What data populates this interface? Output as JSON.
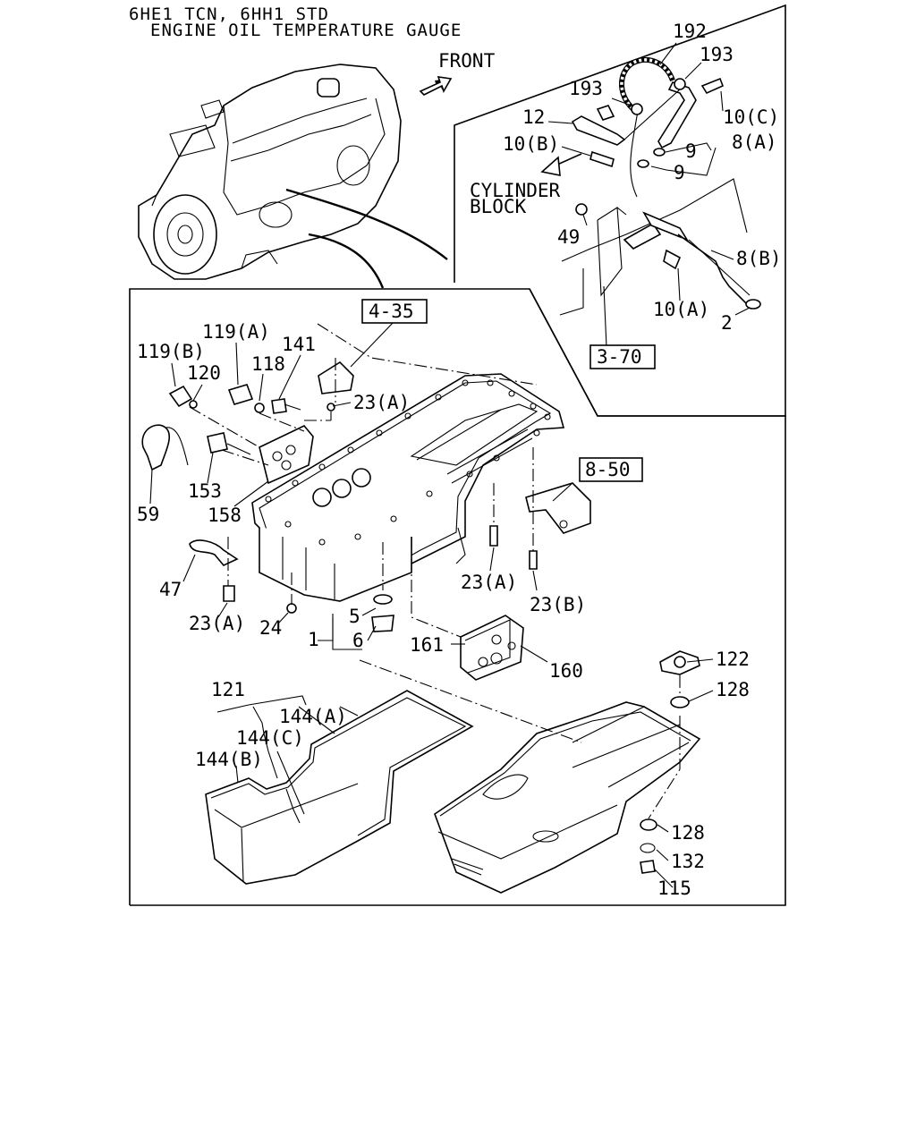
{
  "header": {
    "line1": "6HE1 TCN, 6HH1 STD",
    "line2": "ENGINE OIL TEMPERATURE GAUGE"
  },
  "inset": {
    "front_label": "FRONT",
    "cylinder_block_line1": "CYLINDER",
    "cylinder_block_line2": "BLOCK"
  },
  "callouts": [
    {
      "id": "c192",
      "text": "192"
    },
    {
      "id": "c193a",
      "text": "193"
    },
    {
      "id": "c193b",
      "text": "193"
    },
    {
      "id": "c12",
      "text": "12"
    },
    {
      "id": "c10c",
      "text": "10(C)"
    },
    {
      "id": "c10b",
      "text": "10(B)"
    },
    {
      "id": "c9a",
      "text": "9"
    },
    {
      "id": "c9b",
      "text": "9"
    },
    {
      "id": "c8a",
      "text": "8(A)"
    },
    {
      "id": "c49",
      "text": "49"
    },
    {
      "id": "c8b",
      "text": "8(B)"
    },
    {
      "id": "c10a",
      "text": "10(A)"
    },
    {
      "id": "c2",
      "text": "2"
    },
    {
      "id": "c119a",
      "text": "119(A)"
    },
    {
      "id": "c119b",
      "text": "119(B)"
    },
    {
      "id": "c141",
      "text": "141"
    },
    {
      "id": "c120",
      "text": "120"
    },
    {
      "id": "c118",
      "text": "118"
    },
    {
      "id": "c23a1",
      "text": "23(A)"
    },
    {
      "id": "c153",
      "text": "153"
    },
    {
      "id": "c59",
      "text": "59"
    },
    {
      "id": "c158",
      "text": "158"
    },
    {
      "id": "c47",
      "text": "47"
    },
    {
      "id": "c23a2",
      "text": "23(A)"
    },
    {
      "id": "c24",
      "text": "24"
    },
    {
      "id": "c5",
      "text": "5"
    },
    {
      "id": "c1",
      "text": "1"
    },
    {
      "id": "c6",
      "text": "6"
    },
    {
      "id": "c23a3",
      "text": "23(A)"
    },
    {
      "id": "c23b",
      "text": "23(B)"
    },
    {
      "id": "c161",
      "text": "161"
    },
    {
      "id": "c160",
      "text": "160"
    },
    {
      "id": "c122",
      "text": "122"
    },
    {
      "id": "c128a",
      "text": "128"
    },
    {
      "id": "c121",
      "text": "121"
    },
    {
      "id": "c144a",
      "text": "144(A)"
    },
    {
      "id": "c144c",
      "text": "144(C)"
    },
    {
      "id": "c144b",
      "text": "144(B)"
    },
    {
      "id": "c128b",
      "text": "128"
    },
    {
      "id": "c132",
      "text": "132"
    },
    {
      "id": "c115",
      "text": "115"
    }
  ],
  "references": [
    {
      "id": "r435",
      "text": "4-35"
    },
    {
      "id": "r370",
      "text": "3-70"
    },
    {
      "id": "r850",
      "text": "8-50"
    }
  ]
}
